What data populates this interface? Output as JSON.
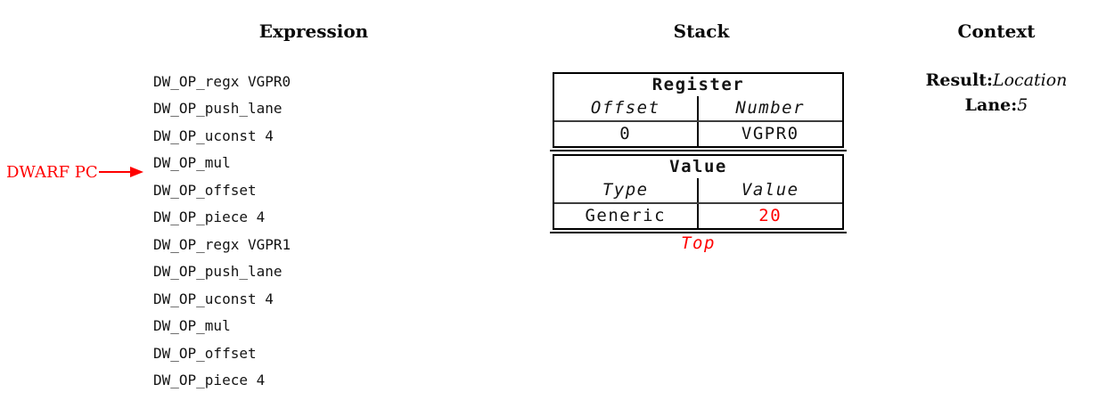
{
  "colors": {
    "accent_red": "#ff0000",
    "table_border": "#000000",
    "separator_gray": "#3d3d3d",
    "text": "#141414",
    "background": "#ffffff"
  },
  "headers": {
    "expression": "Expression",
    "stack": "Stack",
    "context": "Context"
  },
  "expression": {
    "pc_label": "DWARF PC",
    "pc_arrow_icon": "right-arrow",
    "items": [
      "DW_OP_regx VGPR0",
      "DW_OP_push_lane",
      "DW_OP_uconst 4",
      "DW_OP_mul",
      "DW_OP_offset",
      "DW_OP_piece 4",
      "DW_OP_regx VGPR1",
      "DW_OP_push_lane",
      "DW_OP_uconst 4",
      "DW_OP_mul",
      "DW_OP_offset",
      "DW_OP_piece 4"
    ]
  },
  "stack": {
    "entries": [
      {
        "title": "Register",
        "columns": [
          "Offset",
          "Number"
        ],
        "values": [
          "0",
          "VGPR0"
        ]
      },
      {
        "title": "Value",
        "columns": [
          "Type",
          "Value"
        ],
        "values": [
          "Generic",
          "20"
        ]
      }
    ],
    "top_label": "Top"
  },
  "context": {
    "lines": [
      {
        "label": "Result:",
        "value": "Location"
      },
      {
        "label": "Lane:",
        "value": "5"
      }
    ]
  }
}
